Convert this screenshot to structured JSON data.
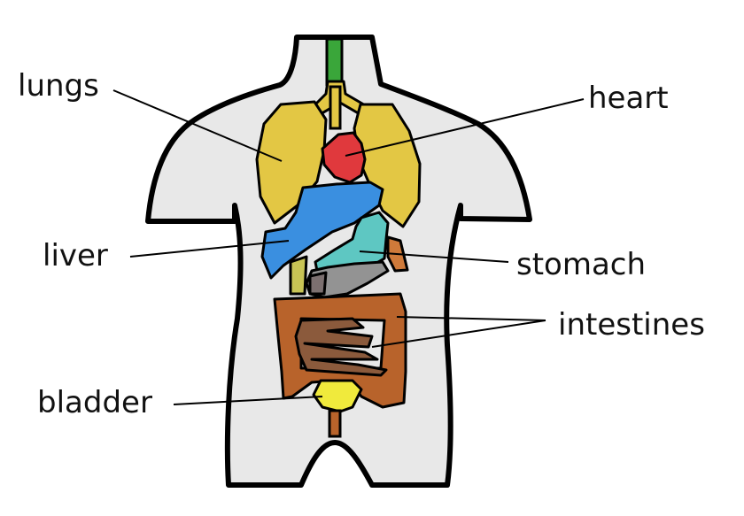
{
  "labels": {
    "lungs": "lungs",
    "heart": "heart",
    "liver": "liver",
    "stomach": "stomach",
    "intestines": "intestines",
    "bladder": "bladder"
  },
  "colors": {
    "body": "#e8e8e8",
    "outline": "#000000",
    "trachea": "#3aa63a",
    "lungs": "#e3c744",
    "heart": "#e0393d",
    "liver": "#3a8fe0",
    "stomach": "#5ec7c2",
    "gallbladder": "#c8c455",
    "pancreas": "#cf7a3a",
    "gut_gray": "#939393",
    "large_intestine": "#b8632b",
    "small_intestine": "#8b5a3c",
    "bladder": "#f0ea3c",
    "urethra": "#b8632b"
  }
}
